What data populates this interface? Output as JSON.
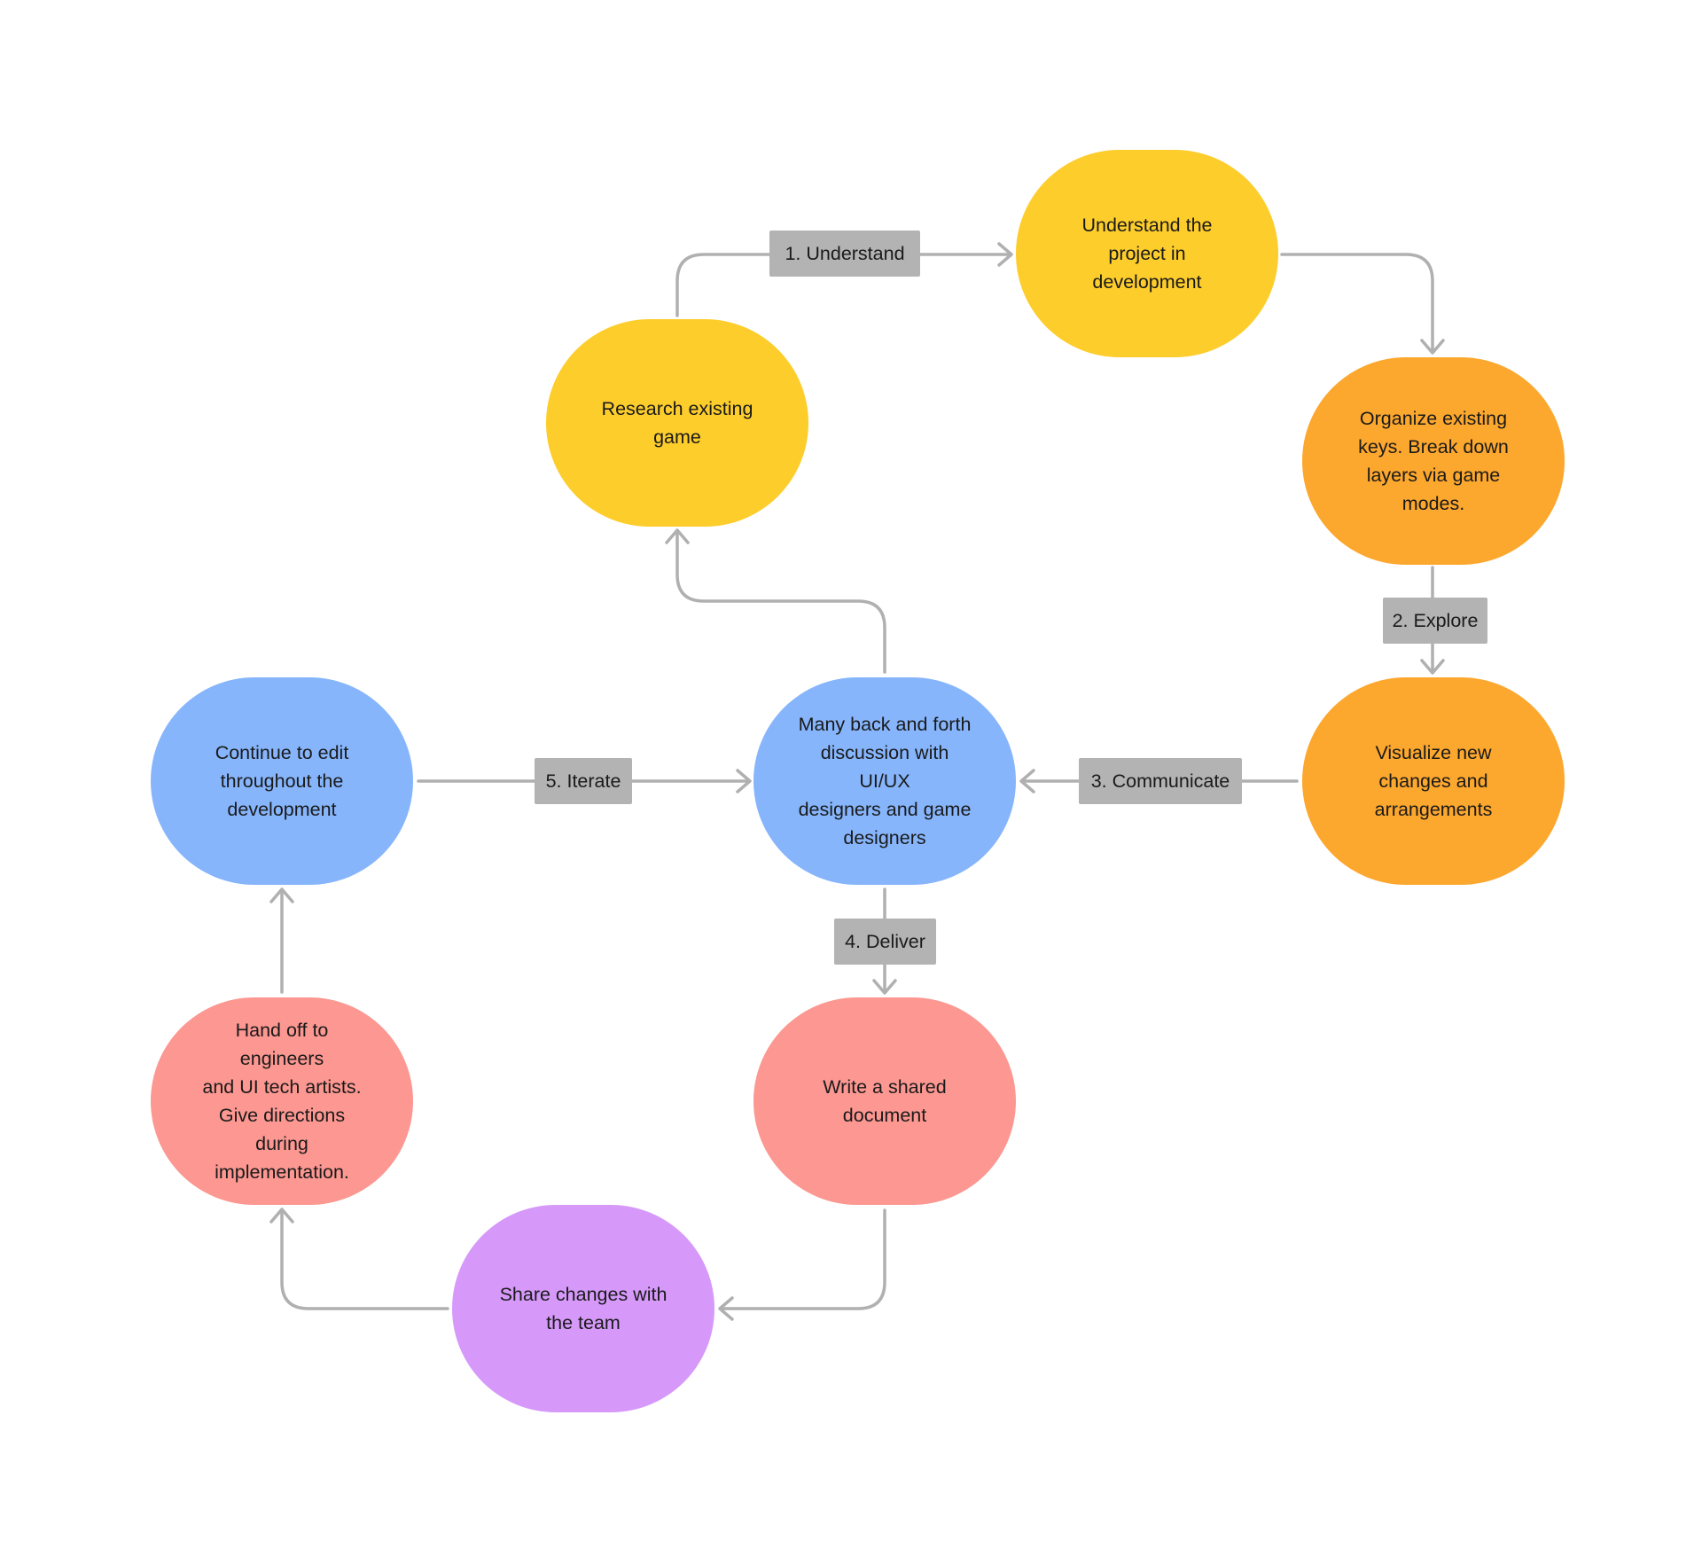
{
  "colors": {
    "yellow": "#fdcd2c",
    "orange": "#fca72d",
    "blue": "#86b5fc",
    "red": "#fc9791",
    "purple": "#d699fa",
    "label_bg": "#b3b3b3",
    "connector": "#b0b0b0"
  },
  "nodes": {
    "understand_project": {
      "text": "Understand the\nproject in\ndevelopment",
      "color": "yellow"
    },
    "research_game": {
      "text": "Research existing\ngame",
      "color": "yellow"
    },
    "organize_keys": {
      "text": "Organize existing\nkeys. Break down\nlayers via game\nmodes.",
      "color": "orange"
    },
    "visualize_changes": {
      "text": "Visualize new\nchanges and\narrangements",
      "color": "orange"
    },
    "discussion": {
      "text": "Many back and forth\ndiscussion with UI/UX\ndesigners and game\ndesigners",
      "color": "blue"
    },
    "continue_edit": {
      "text": "Continue to edit\nthroughout the\ndevelopment",
      "color": "blue"
    },
    "hand_off": {
      "text": "Hand off to engineers\nand UI tech artists.\nGive directions during\nimplementation.",
      "color": "red"
    },
    "shared_document": {
      "text": "Write a shared\ndocument",
      "color": "red"
    },
    "share_changes": {
      "text": "Share changes with\nthe team",
      "color": "purple"
    }
  },
  "labels": {
    "understand": "1. Understand",
    "explore": "2. Explore",
    "communicate": "3. Communicate",
    "deliver": "4. Deliver",
    "iterate": "5. Iterate"
  }
}
